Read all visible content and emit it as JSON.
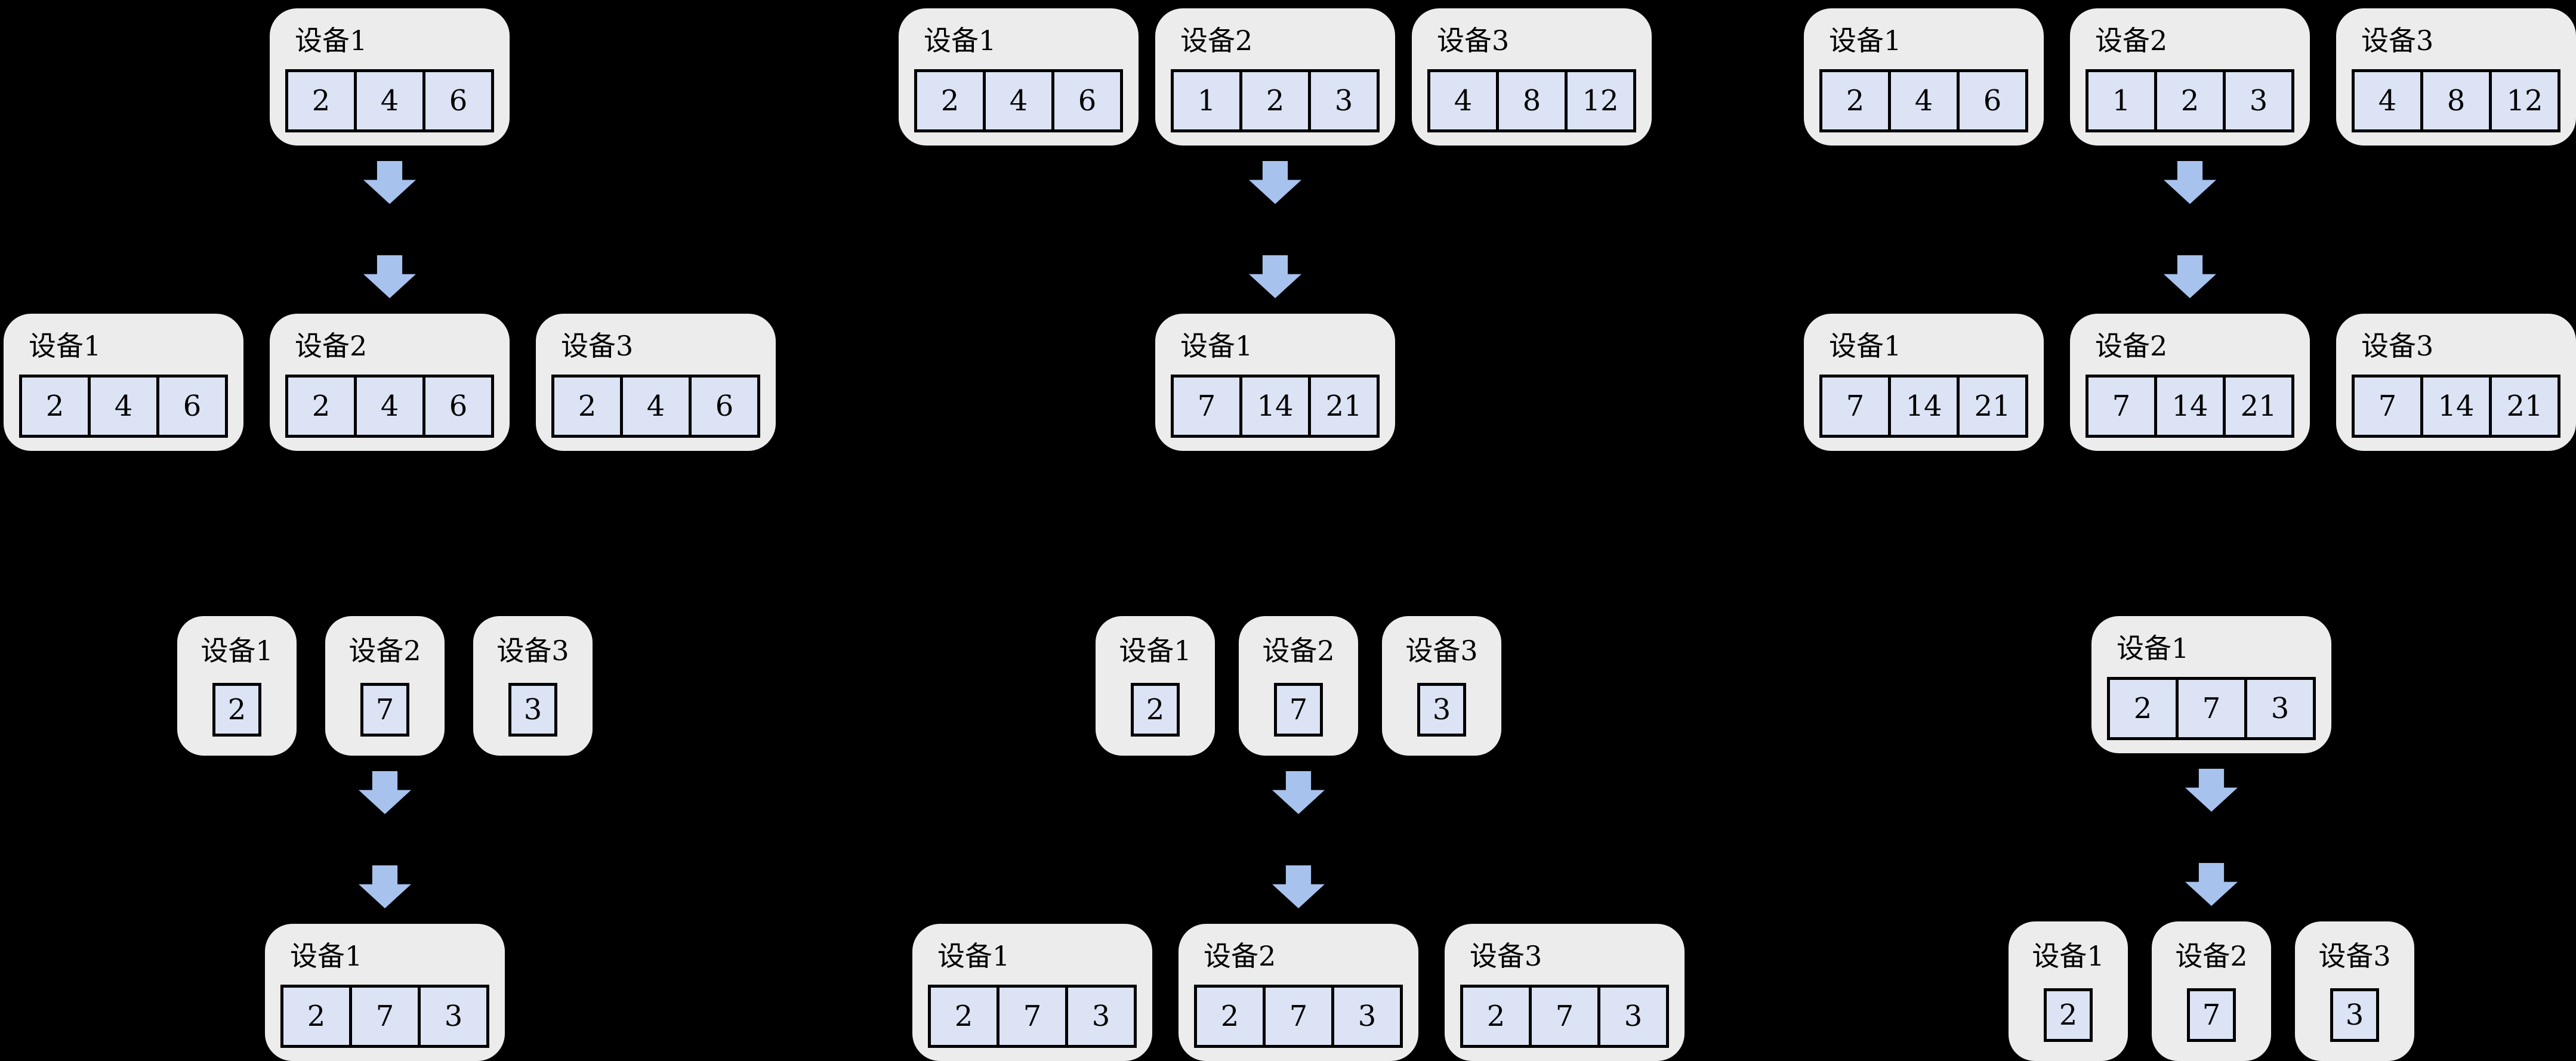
{
  "diagram": {
    "colors": {
      "background": "#000000",
      "device_box_fill": "#ececec",
      "cell_fill": "#dbe3f4",
      "cell_border": "#000000",
      "arrow": "#a8c2ee",
      "text": "#000000"
    },
    "panels": [
      {
        "source_devices": [
          {
            "label": "设备1",
            "cells": [
              "2",
              "4",
              "6"
            ]
          }
        ],
        "dest_devices": [
          {
            "label": "设备1",
            "cells": [
              "2",
              "4",
              "6"
            ]
          },
          {
            "label": "设备2",
            "cells": [
              "2",
              "4",
              "6"
            ]
          },
          {
            "label": "设备3",
            "cells": [
              "2",
              "4",
              "6"
            ]
          }
        ]
      },
      {
        "source_devices": [
          {
            "label": "设备1",
            "cells": [
              "2",
              "4",
              "6"
            ]
          },
          {
            "label": "设备2",
            "cells": [
              "1",
              "2",
              "3"
            ]
          },
          {
            "label": "设备3",
            "cells": [
              "4",
              "8",
              "12"
            ]
          }
        ],
        "dest_devices": [
          {
            "label": "设备1",
            "cells": [
              "7",
              "14",
              "21"
            ]
          }
        ]
      },
      {
        "source_devices": [
          {
            "label": "设备1",
            "cells": [
              "2",
              "4",
              "6"
            ]
          },
          {
            "label": "设备2",
            "cells": [
              "1",
              "2",
              "3"
            ]
          },
          {
            "label": "设备3",
            "cells": [
              "4",
              "8",
              "12"
            ]
          }
        ],
        "dest_devices": [
          {
            "label": "设备1",
            "cells": [
              "7",
              "14",
              "21"
            ]
          },
          {
            "label": "设备2",
            "cells": [
              "7",
              "14",
              "21"
            ]
          },
          {
            "label": "设备3",
            "cells": [
              "7",
              "14",
              "21"
            ]
          }
        ]
      },
      {
        "source_devices": [
          {
            "label": "设备1",
            "cells": [
              "2"
            ]
          },
          {
            "label": "设备2",
            "cells": [
              "7"
            ]
          },
          {
            "label": "设备3",
            "cells": [
              "3"
            ]
          }
        ],
        "dest_devices": [
          {
            "label": "设备1",
            "cells": [
              "2",
              "7",
              "3"
            ]
          }
        ]
      },
      {
        "source_devices": [
          {
            "label": "设备1",
            "cells": [
              "2"
            ]
          },
          {
            "label": "设备2",
            "cells": [
              "7"
            ]
          },
          {
            "label": "设备3",
            "cells": [
              "3"
            ]
          }
        ],
        "dest_devices": [
          {
            "label": "设备1",
            "cells": [
              "2",
              "7",
              "3"
            ]
          },
          {
            "label": "设备2",
            "cells": [
              "2",
              "7",
              "3"
            ]
          },
          {
            "label": "设备3",
            "cells": [
              "2",
              "7",
              "3"
            ]
          }
        ]
      },
      {
        "source_devices": [
          {
            "label": "设备1",
            "cells": [
              "2",
              "7",
              "3"
            ]
          }
        ],
        "dest_devices": [
          {
            "label": "设备1",
            "cells": [
              "2"
            ]
          },
          {
            "label": "设备2",
            "cells": [
              "7"
            ]
          },
          {
            "label": "设备3",
            "cells": [
              "3"
            ]
          }
        ]
      }
    ]
  }
}
